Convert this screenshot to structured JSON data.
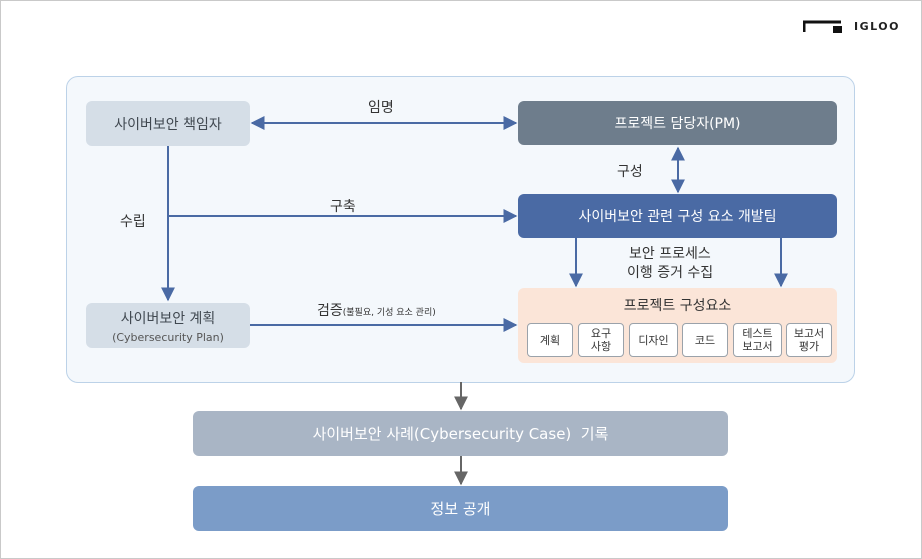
{
  "logo": {
    "text": "IGLOO"
  },
  "nodes": {
    "officer": "사이버보안 책임자",
    "pm": "프로젝트 담당자(PM)",
    "team": "사이버보안 관련 구성 요소 개발팀",
    "plan_title": "사이버보안 계획",
    "plan_sub": "(Cybersecurity Plan)",
    "components_title": "프로젝트 구성요소",
    "case": "사이버보안 사례(Cybersecurity Case)  기록",
    "publish": "정보 공개"
  },
  "components": [
    {
      "label": "계획"
    },
    {
      "label": "요구\n사항"
    },
    {
      "label": "디자인"
    },
    {
      "label": "코드"
    },
    {
      "label": "테스트\n보고서"
    },
    {
      "label": "보고서\n평가"
    }
  ],
  "edges": {
    "appoint": "임명",
    "compose": "구성",
    "establish": "수립",
    "build": "구축",
    "process_line1": "보안 프로세스",
    "process_line2": "이행 증거 수집",
    "verify": "검증",
    "verify_note": "(불필요, 기성 요소 관리)"
  },
  "colors": {
    "arrow": "#4a6aa4",
    "arrow_gray": "#666666",
    "panel_border": "#bcd2e8",
    "pm": "#6e7d8c",
    "team": "#4a6aa4",
    "components_bg": "#fbe5d8",
    "case": "#a9b5c5",
    "publish": "#7b9cc8"
  }
}
